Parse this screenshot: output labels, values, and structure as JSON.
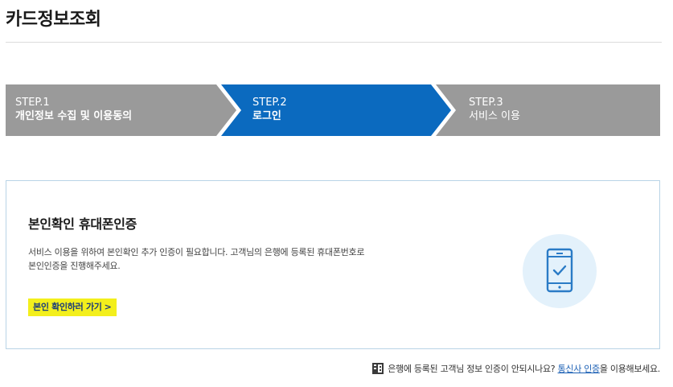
{
  "page": {
    "title": "카드정보조회"
  },
  "steps": [
    {
      "number": "STEP.1",
      "label": "개인정보 수집 및 이용동의",
      "state": "done"
    },
    {
      "number": "STEP.2",
      "label": "로그인",
      "state": "current"
    },
    {
      "number": "STEP.3",
      "label": "서비스 이용",
      "state": "upcoming"
    }
  ],
  "auth": {
    "title": "본인확인 휴대폰인증",
    "description_line1": "서비스 이용을 위하여 본인확인 추가 인증이 필요합니다. 고객님의 은행에 등록된 휴대폰번호로",
    "description_line2": "본인인증을 진행해주세요.",
    "link_label": "본인 확인하러 가기",
    "link_chevron": ">",
    "icon": "phone-check-icon"
  },
  "notice": {
    "icon": "building-icon",
    "prefix": "은행에 등록된 고객님 정보 인증이 안되시나요?",
    "link_label": "통신사 인증",
    "suffix": "을 이용해보세요."
  },
  "colors": {
    "step_inactive": "#9a9a9a",
    "step_active": "#0b6abf",
    "card_border": "#b9d3e6",
    "link_highlight": "#f3ef1c",
    "link_text": "#1c3d7a",
    "icon_circle": "#e3f1fb",
    "icon_stroke": "#2a7bc6"
  }
}
